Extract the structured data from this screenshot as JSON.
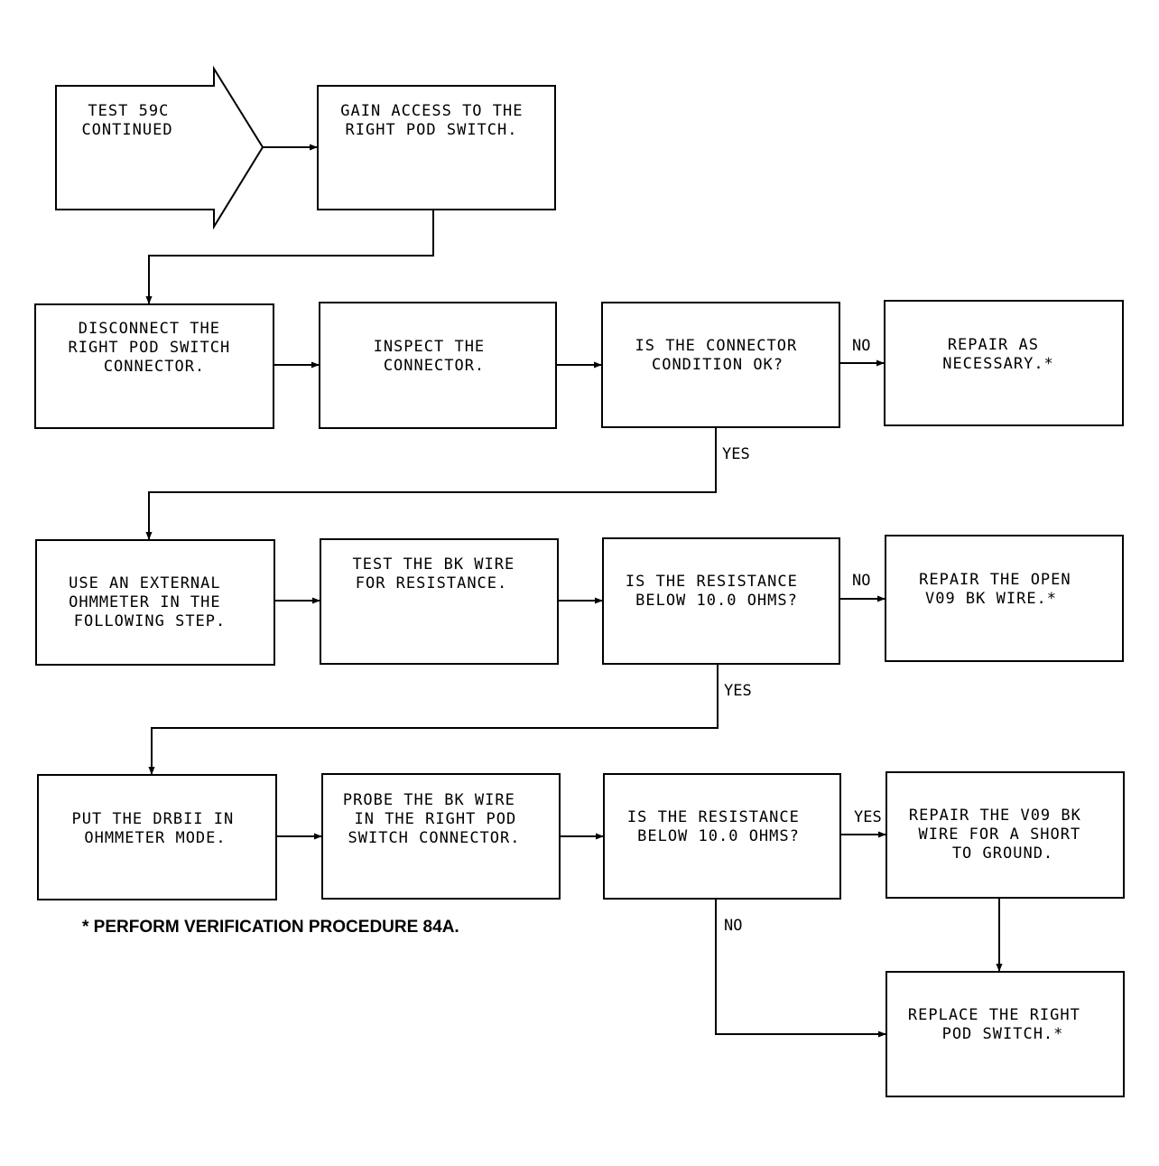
{
  "start": {
    "lines": [
      "TEST 59C",
      "CONTINUED"
    ]
  },
  "steps": {
    "gain_access": {
      "lines": [
        "GAIN ACCESS TO THE",
        "RIGHT POD SWITCH."
      ]
    },
    "disconnect": {
      "lines": [
        "DISCONNECT THE",
        "RIGHT POD SWITCH",
        "CONNECTOR."
      ]
    },
    "inspect": {
      "lines": [
        "INSPECT THE",
        "CONNECTOR."
      ]
    },
    "connector_ok": {
      "lines": [
        "IS THE CONNECTOR",
        "CONDITION OK?"
      ]
    },
    "repair_necessary": {
      "lines": [
        "REPAIR AS",
        "NECESSARY.*"
      ]
    },
    "use_ohmmeter": {
      "lines": [
        "USE AN EXTERNAL",
        "OHMMETER IN THE",
        "FOLLOWING STEP."
      ]
    },
    "test_bk": {
      "lines": [
        "TEST THE BK WIRE",
        "FOR RESISTANCE."
      ]
    },
    "resistance_q1": {
      "lines": [
        "IS THE RESISTANCE",
        "BELOW 10.0 OHMS?"
      ]
    },
    "repair_open": {
      "lines": [
        "REPAIR THE OPEN",
        "V09 BK WIRE.*"
      ]
    },
    "put_drbii": {
      "lines": [
        "PUT THE DRBII IN",
        "OHMMETER MODE."
      ]
    },
    "probe_bk": {
      "lines": [
        "PROBE THE BK WIRE",
        "IN THE RIGHT POD",
        "SWITCH CONNECTOR."
      ]
    },
    "resistance_q2": {
      "lines": [
        "IS THE RESISTANCE",
        "BELOW 10.0 OHMS?"
      ]
    },
    "repair_short": {
      "lines": [
        "REPAIR THE V09 BK",
        "WIRE FOR A SHORT",
        "TO GROUND."
      ]
    },
    "replace_switch": {
      "lines": [
        "REPLACE THE RIGHT",
        "POD SWITCH.*"
      ]
    }
  },
  "branch_labels": {
    "q1_no": "NO",
    "q1_yes": "YES",
    "q2_no": "NO",
    "q2_yes": "YES",
    "q3_yes": "YES",
    "q3_no": "NO"
  },
  "footnote": "* PERFORM VERIFICATION PROCEDURE 84A."
}
